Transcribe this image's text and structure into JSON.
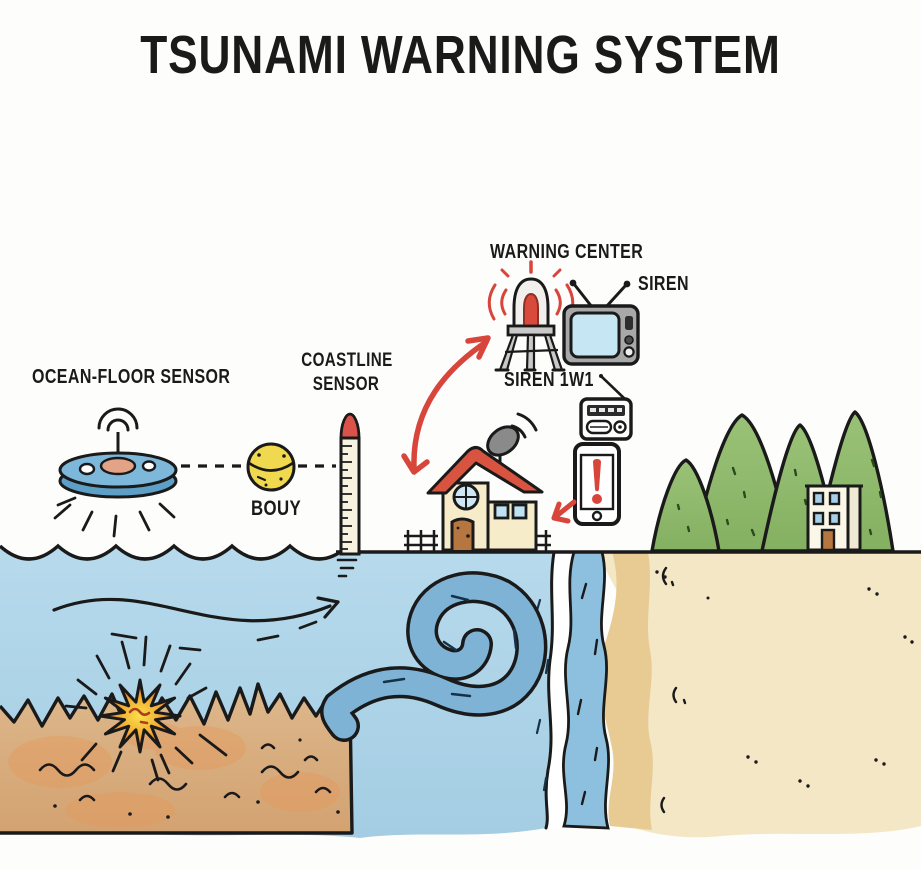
{
  "title": "TSUNAMI WARNING SYSTEM",
  "labels": {
    "ocean_floor_sensor": "OCEAN-FLOOR SENSOR",
    "coastline_sensor_line1": "COASTLINE",
    "coastline_sensor_line2": "SENSOR",
    "buoy": "BOUY",
    "warning_center": "WARNING CENTER",
    "siren_tv": "SIREN",
    "siren_radio": "SIREN 1W1"
  },
  "icons": [
    "ocean-floor-sensor-icon",
    "buoy-icon",
    "tide-gauge-icon",
    "earthquake-icon",
    "tsunami-wave-icon",
    "current-arrow-icon",
    "house-icon",
    "satellite-dish-icon",
    "fence-icon",
    "siren-icon",
    "tv-icon",
    "radio-icon",
    "phone-alert-icon",
    "mountains-icon",
    "building-icon",
    "alert-arrow-icon"
  ],
  "colors": {
    "ink": "#1a1a1a",
    "alert_red": "#d8453a",
    "water_blue": "#b3d7ea",
    "wave_blue": "#7fb3d6",
    "seabed_tan": "#d9ae7e",
    "beach_sand": "#f3e7c6",
    "hill_green": "#8fba6e",
    "roof_red": "#d85440",
    "house_cream": "#f7ecca",
    "buoy_yellow": "#f0d84f",
    "sensor_blue": "#7db8da",
    "tv_grey": "#a8a8a8",
    "screen_blue": "#c5e6f2"
  }
}
